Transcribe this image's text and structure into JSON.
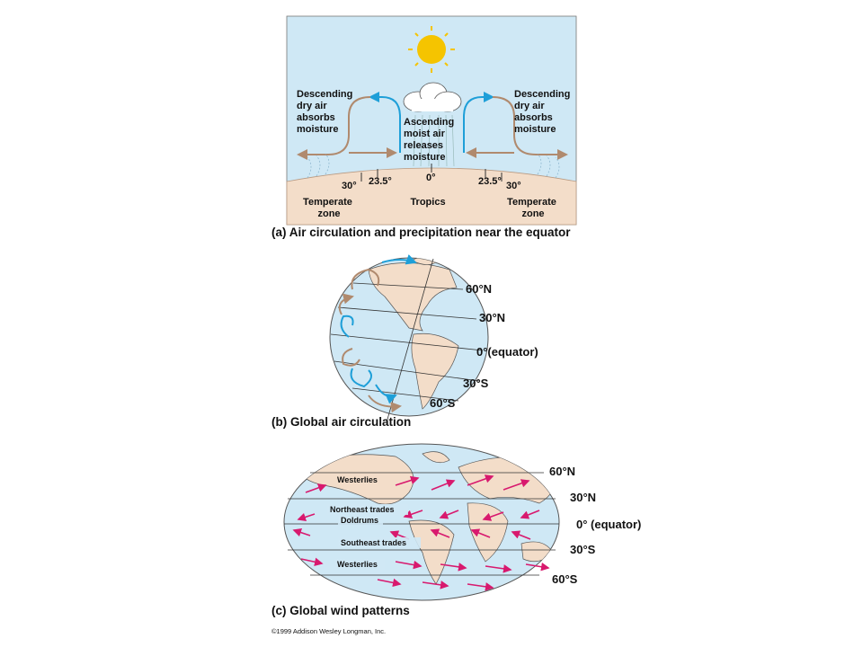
{
  "panel_a": {
    "caption": "(a) Air circulation and precipitation near the equator",
    "left_label": [
      "Descending",
      "dry air",
      "absorbs",
      "moisture"
    ],
    "right_label": [
      "Descending",
      "dry air",
      "absorbs",
      "moisture"
    ],
    "center_label": [
      "Ascending",
      "moist air",
      "releases",
      "moisture"
    ],
    "ticks": {
      "l30": "30°",
      "l235": "23.5°",
      "zero": "0°",
      "r235": "23.5°",
      "r30": "30°"
    },
    "zones": {
      "left": [
        "Temperate",
        "zone"
      ],
      "center": "Tropics",
      "right": [
        "Temperate",
        "zone"
      ]
    },
    "colors": {
      "sky": "#cfe8f5",
      "ground": "#f3ddc9",
      "rising": "#1e9fd8",
      "sinking": "#b08a6e",
      "sun": "#f5c400"
    }
  },
  "panel_b": {
    "caption": "(b) Global air circulation",
    "lat": {
      "n60": "60°N",
      "n30": "30°N",
      "eq": "0°(equator)",
      "s30": "30°S",
      "s60": "60°S"
    },
    "colors": {
      "ocean": "#cfe8f5",
      "land": "#f3ddc9"
    }
  },
  "panel_c": {
    "caption": "(c) Global wind patterns",
    "lat": {
      "n60": "60°N",
      "n30": "30°N",
      "eq": "0° (equator)",
      "s30": "30°S",
      "s60": "60°S"
    },
    "winds": {
      "westerlies_n": "Westerlies",
      "ne_trades": "Northeast trades",
      "doldrums": "Doldrums",
      "se_trades": "Southeast trades",
      "westerlies_s": "Westerlies"
    },
    "colors": {
      "arrow": "#d8196e",
      "ocean": "#cfe8f5",
      "land": "#f3ddc9"
    }
  },
  "copyright": "©1999 Addison Wesley Longman, Inc."
}
